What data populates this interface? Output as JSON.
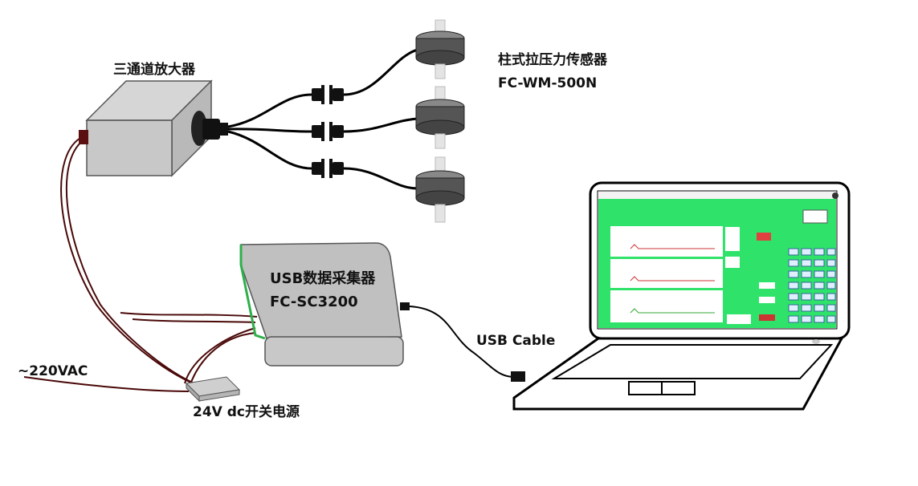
{
  "labels": {
    "amplifier": "三通道放大器",
    "sensor_name": "柱式拉压力传感器",
    "sensor_model": "FC-WM-500N",
    "daq_name": "USB数据采集器",
    "daq_model": "FC-SC3200",
    "usb_cable": "USB Cable",
    "ac_input": "~220VAC",
    "power_supply": "24V dc开关电源"
  },
  "colors": {
    "cable_dark": "#000000",
    "power_cable": "#5a0a0a",
    "box_fill": "#c8c8c8",
    "screen_green": "#2fe36a"
  },
  "icons": {
    "sensor": "load-cell-icon",
    "amplifier": "amplifier-box-icon",
    "daq": "usb-daq-icon",
    "laptop": "laptop-icon",
    "psu": "power-supply-icon"
  }
}
